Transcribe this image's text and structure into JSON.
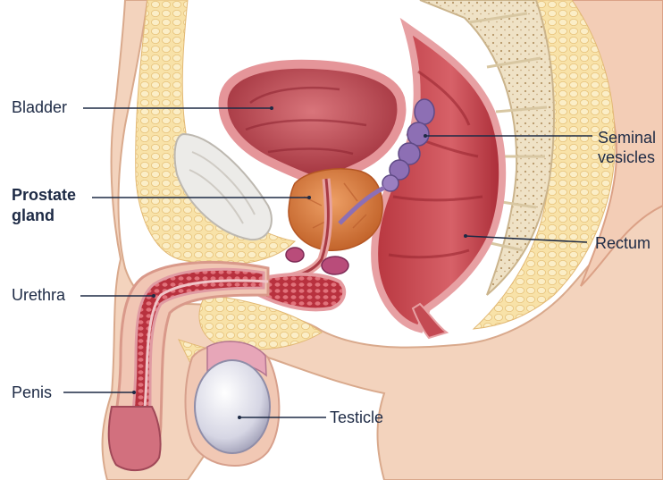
{
  "labels": {
    "bladder": "Bladder",
    "prostate": [
      "Prostate",
      "gland"
    ],
    "urethra": "Urethra",
    "penis": "Penis",
    "seminal": [
      "Seminal",
      "vesicles"
    ],
    "rectum": "Rectum",
    "testicle": "Testicle"
  },
  "colors": {
    "skin": "#f3d3bd",
    "fat": "#f7e0a4",
    "muscle": "#cf5a63",
    "prostate": "#d98244",
    "vesicles": "#8d6fb4",
    "testicle": "#dcdcea",
    "leader": "#1d2a45",
    "bone": "#efe3cb"
  }
}
